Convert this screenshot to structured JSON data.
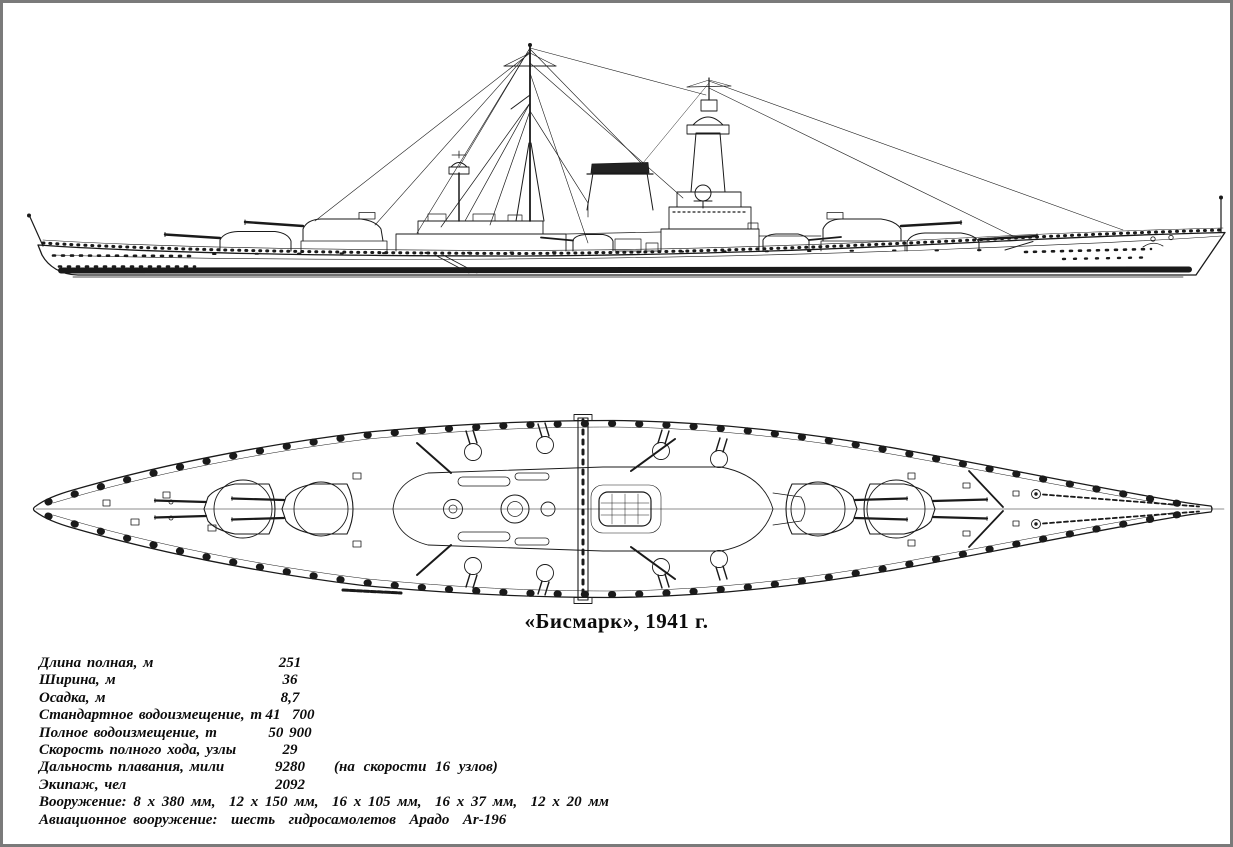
{
  "canvas": {
    "background": "#ffffff",
    "frame_color": "#7a7a7a",
    "ink_color": "#1a1a1a"
  },
  "caption": {
    "title": "«Бисмарк», 1941 г."
  },
  "specs": {
    "rows": [
      {
        "label": "Длина полная, м",
        "value": "251",
        "note": ""
      },
      {
        "label": "Ширина, м",
        "value": "36",
        "note": ""
      },
      {
        "label": "Осадка, м",
        "value": "8,7",
        "note": ""
      },
      {
        "label": "Стандартное водоизмещение, т",
        "value": "41  700",
        "note": ""
      },
      {
        "label": "Полное водоизмещение, т",
        "value": "50 900",
        "note": ""
      },
      {
        "label": "Скорость полного хода, узлы",
        "value": "29",
        "note": ""
      },
      {
        "label": "Дальность плавания, мили",
        "value": "9280",
        "note": "(на скорости 16 узлов)"
      },
      {
        "label": "Экипаж, чел",
        "value": "2092",
        "note": ""
      }
    ],
    "armament": "Вооружение: 8 х 380 мм,  12 х 150 мм,  16 х 105 мм,  16 х 37 мм,  12 х 20 мм",
    "aviation": "Авиационное вооружение:  шесть  гидросамолетов  Арадо  Ar-196"
  }
}
